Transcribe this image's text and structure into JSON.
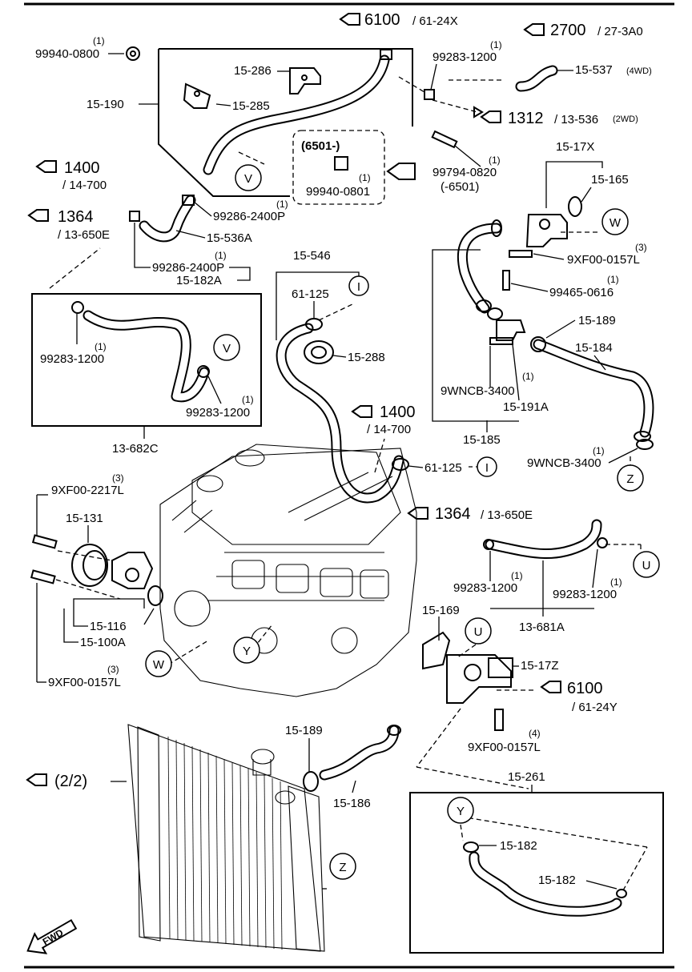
{
  "refs": {
    "r6100_top": {
      "num": "6100",
      "sub": "/ 61-24X"
    },
    "r2700": {
      "num": "2700",
      "sub": "/ 27-3A0"
    },
    "r1312": {
      "num": "1312",
      "sub": "/ 13-536",
      "note": "(2WD)"
    },
    "r1400_left": {
      "num": "1400",
      "sub": "/ 14-700"
    },
    "r1364_left": {
      "num": "1364",
      "sub": "/ 13-650E"
    },
    "r1400_mid": {
      "num": "1400",
      "sub": "/ 14-700"
    },
    "r1364_right": {
      "num": "1364",
      "sub": "/ 13-650E"
    },
    "r6100_right": {
      "num": "6100",
      "sub": "/ 61-24Y"
    },
    "r22": {
      "num": "(2/2)"
    }
  },
  "labels": {
    "p99940_0800": {
      "text": "99940-0800",
      "qty": "(1)"
    },
    "p15_286": {
      "text": "15-286"
    },
    "p15_285": {
      "text": "15-285"
    },
    "p15_190": {
      "text": "15-190"
    },
    "p99283_1200_top": {
      "text": "99283-1200",
      "qty": "(1)"
    },
    "p15_537": {
      "text": "15-537",
      "note": "(4WD)"
    },
    "p6501": {
      "text": "(6501-)"
    },
    "p99940_0801": {
      "text": "99940-0801",
      "qty": "(1)"
    },
    "p99794_0820": {
      "text": "99794-0820",
      "qty": "(1)",
      "note": "(-6501)"
    },
    "p15_17x": {
      "text": "15-17X"
    },
    "p15_165": {
      "text": "15-165"
    },
    "p99286_2400p_a": {
      "text": "99286-2400P",
      "qty": "(1)"
    },
    "p15_536a": {
      "text": "15-536A"
    },
    "p99286_2400p_b": {
      "text": "99286-2400P",
      "qty": "(1)"
    },
    "p15_182a": {
      "text": "15-182A"
    },
    "p9xf00_0157l_a": {
      "text": "9XF00-0157L",
      "qty": "(3)"
    },
    "p99465_0616": {
      "text": "99465-0616",
      "qty": "(1)"
    },
    "p15_546": {
      "text": "15-546"
    },
    "p61_125_a": {
      "text": "61-125"
    },
    "p15_288": {
      "text": "15-288"
    },
    "p15_189_top": {
      "text": "15-189"
    },
    "p15_184": {
      "text": "15-184"
    },
    "p99283_1200_l1": {
      "text": "99283-1200",
      "qty": "(1)"
    },
    "p99283_1200_l2": {
      "text": "99283-1200",
      "qty": "(1)"
    },
    "p9wncb_3400_a": {
      "text": "9WNCB-3400",
      "qty": "(1)"
    },
    "p15_191a": {
      "text": "15-191A"
    },
    "p15_185": {
      "text": "15-185"
    },
    "p13_682c": {
      "text": "13-682C"
    },
    "p61_125_b": {
      "text": "61-125"
    },
    "p9wncb_3400_b": {
      "text": "9WNCB-3400",
      "qty": "(1)"
    },
    "p9xf00_2217l": {
      "text": "9XF00-2217L",
      "qty": "(3)"
    },
    "p15_131": {
      "text": "15-131"
    },
    "p99283_1200_r1": {
      "text": "99283-1200",
      "qty": "(1)"
    },
    "p99283_1200_r2": {
      "text": "99283-1200",
      "qty": "(1)"
    },
    "p13_681a": {
      "text": "13-681A"
    },
    "p15_116": {
      "text": "15-116"
    },
    "p15_100a": {
      "text": "15-100A"
    },
    "p15_169": {
      "text": "15-169"
    },
    "p15_17z": {
      "text": "15-17Z"
    },
    "p9xf00_0157l_b": {
      "text": "9XF00-0157L",
      "qty": "(3)"
    },
    "p9xf00_0157l_c": {
      "text": "9XF00-0157L",
      "qty": "(4)"
    },
    "p15_189_bot": {
      "text": "15-189"
    },
    "p15_261": {
      "text": "15-261"
    },
    "p15_186": {
      "text": "15-186"
    },
    "p15_182_a": {
      "text": "15-182"
    },
    "p15_182_b": {
      "text": "15-182"
    }
  },
  "callouts": {
    "V1": "V",
    "V2": "V",
    "W1": "W",
    "W2": "W",
    "I1": "I",
    "I2": "I",
    "Z1": "Z",
    "Z2": "Z",
    "U1": "U",
    "U2": "U",
    "Y1": "Y",
    "Y2": "Y"
  },
  "fwd": "FWD"
}
